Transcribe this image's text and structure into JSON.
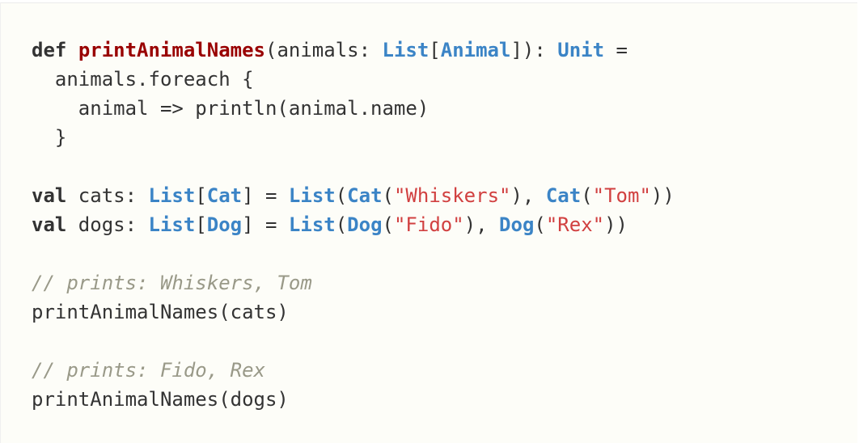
{
  "code": {
    "language": "scala",
    "lines": [
      [
        {
          "t": "def",
          "c": "kw"
        },
        {
          "t": " ",
          "c": "op"
        },
        {
          "t": "printAnimalNames",
          "c": "fn"
        },
        {
          "t": "(animals: ",
          "c": "op"
        },
        {
          "t": "List",
          "c": "ty"
        },
        {
          "t": "[",
          "c": "op"
        },
        {
          "t": "Animal",
          "c": "ty"
        },
        {
          "t": "]): ",
          "c": "op"
        },
        {
          "t": "Unit",
          "c": "ty"
        },
        {
          "t": " =",
          "c": "op"
        }
      ],
      [
        {
          "t": "  animals.foreach {",
          "c": "op"
        }
      ],
      [
        {
          "t": "    animal => println(animal.name)",
          "c": "op"
        }
      ],
      [
        {
          "t": "  }",
          "c": "op"
        }
      ],
      [],
      [
        {
          "t": "val",
          "c": "kw"
        },
        {
          "t": " cats: ",
          "c": "op"
        },
        {
          "t": "List",
          "c": "ty"
        },
        {
          "t": "[",
          "c": "op"
        },
        {
          "t": "Cat",
          "c": "ty"
        },
        {
          "t": "] = ",
          "c": "op"
        },
        {
          "t": "List",
          "c": "ty"
        },
        {
          "t": "(",
          "c": "op"
        },
        {
          "t": "Cat",
          "c": "ty"
        },
        {
          "t": "(",
          "c": "op"
        },
        {
          "t": "\"Whiskers\"",
          "c": "str"
        },
        {
          "t": "), ",
          "c": "op"
        },
        {
          "t": "Cat",
          "c": "ty"
        },
        {
          "t": "(",
          "c": "op"
        },
        {
          "t": "\"Tom\"",
          "c": "str"
        },
        {
          "t": "))",
          "c": "op"
        }
      ],
      [
        {
          "t": "val",
          "c": "kw"
        },
        {
          "t": " dogs: ",
          "c": "op"
        },
        {
          "t": "List",
          "c": "ty"
        },
        {
          "t": "[",
          "c": "op"
        },
        {
          "t": "Dog",
          "c": "ty"
        },
        {
          "t": "] = ",
          "c": "op"
        },
        {
          "t": "List",
          "c": "ty"
        },
        {
          "t": "(",
          "c": "op"
        },
        {
          "t": "Dog",
          "c": "ty"
        },
        {
          "t": "(",
          "c": "op"
        },
        {
          "t": "\"Fido\"",
          "c": "str"
        },
        {
          "t": "), ",
          "c": "op"
        },
        {
          "t": "Dog",
          "c": "ty"
        },
        {
          "t": "(",
          "c": "op"
        },
        {
          "t": "\"Rex\"",
          "c": "str"
        },
        {
          "t": "))",
          "c": "op"
        }
      ],
      [],
      [
        {
          "t": "// prints: Whiskers, Tom",
          "c": "cm"
        }
      ],
      [
        {
          "t": "printAnimalNames(cats)",
          "c": "op"
        }
      ],
      [],
      [
        {
          "t": "// prints: Fido, Rex",
          "c": "cm"
        }
      ],
      [
        {
          "t": "printAnimalNames(dogs)",
          "c": "op"
        }
      ]
    ]
  },
  "colors": {
    "background": "#fdfdf8",
    "text": "#333333",
    "keyword": "#333333",
    "function_name": "#990000",
    "type": "#3b84c6",
    "string": "#d14040",
    "comment": "#999988"
  }
}
